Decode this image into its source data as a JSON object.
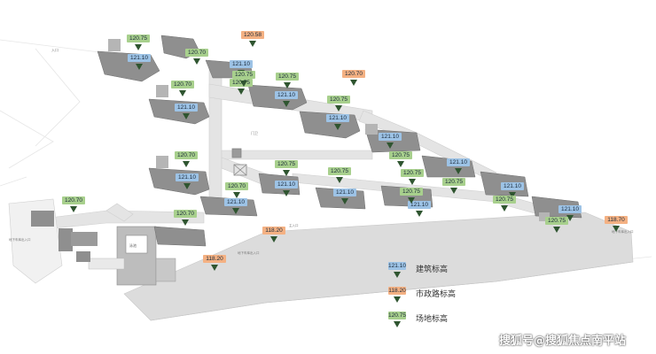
{
  "colors": {
    "building_elevation": "#9dc3e6",
    "municipal_road_elevation": "#f4b183",
    "site_elevation": "#a8d08d",
    "marker": "#2f5530",
    "road": "#dcdcdc",
    "building": "#8f8f8f"
  },
  "legend": [
    {
      "swatch": "121.10",
      "label": "建筑标高",
      "kind": "blue"
    },
    {
      "swatch": "118.20",
      "label": "市政路标高",
      "kind": "orange"
    },
    {
      "swatch": "120.75",
      "label": "场地标高",
      "kind": "green"
    }
  ],
  "map_labels": [
    "入口",
    "门卫",
    "泳池",
    "地下车库出入口",
    "地下车库出入口",
    "主入口",
    "地下车库出入口"
  ],
  "markers": [
    {
      "kind": "green",
      "value": "120.75"
    },
    {
      "kind": "orange",
      "value": "120.58"
    },
    {
      "kind": "blue",
      "value": "121.10"
    },
    {
      "kind": "green",
      "value": "120.70"
    },
    {
      "kind": "blue",
      "value": "121.10"
    },
    {
      "kind": "green",
      "value": "120.75"
    },
    {
      "kind": "orange",
      "value": "120.70"
    },
    {
      "kind": "green",
      "value": "120.70"
    },
    {
      "kind": "blue",
      "value": "121.10"
    },
    {
      "kind": "green",
      "value": "120.75"
    },
    {
      "kind": "blue",
      "value": "121.10"
    },
    {
      "kind": "green",
      "value": "120.75"
    },
    {
      "kind": "blue",
      "value": "121.10"
    },
    {
      "kind": "blue",
      "value": "121.10"
    },
    {
      "kind": "green",
      "value": "120.75"
    },
    {
      "kind": "green",
      "value": "120.75"
    },
    {
      "kind": "blue",
      "value": "121.10"
    },
    {
      "kind": "green",
      "value": "120.70"
    },
    {
      "kind": "blue",
      "value": "121.10"
    },
    {
      "kind": "green",
      "value": "120.70"
    },
    {
      "kind": "green",
      "value": "120.75"
    },
    {
      "kind": "blue",
      "value": "121.10"
    },
    {
      "kind": "green",
      "value": "120.75"
    },
    {
      "kind": "blue",
      "value": "121.10"
    },
    {
      "kind": "green",
      "value": "120.75"
    },
    {
      "kind": "blue",
      "value": "121.10"
    },
    {
      "kind": "green",
      "value": "120.75"
    },
    {
      "kind": "blue",
      "value": "121.10"
    },
    {
      "kind": "green",
      "value": "120.75"
    },
    {
      "kind": "blue",
      "value": "121.10"
    },
    {
      "kind": "green",
      "value": "120.75"
    },
    {
      "kind": "blue",
      "value": "121.10"
    },
    {
      "kind": "green",
      "value": "120.70"
    },
    {
      "kind": "green",
      "value": "120.70"
    },
    {
      "kind": "orange",
      "value": "118.20"
    },
    {
      "kind": "orange",
      "value": "118.20"
    },
    {
      "kind": "green",
      "value": "120.75"
    },
    {
      "kind": "orange",
      "value": "118.70"
    }
  ],
  "watermark": "搜狐号@搜狐焦点南平站"
}
